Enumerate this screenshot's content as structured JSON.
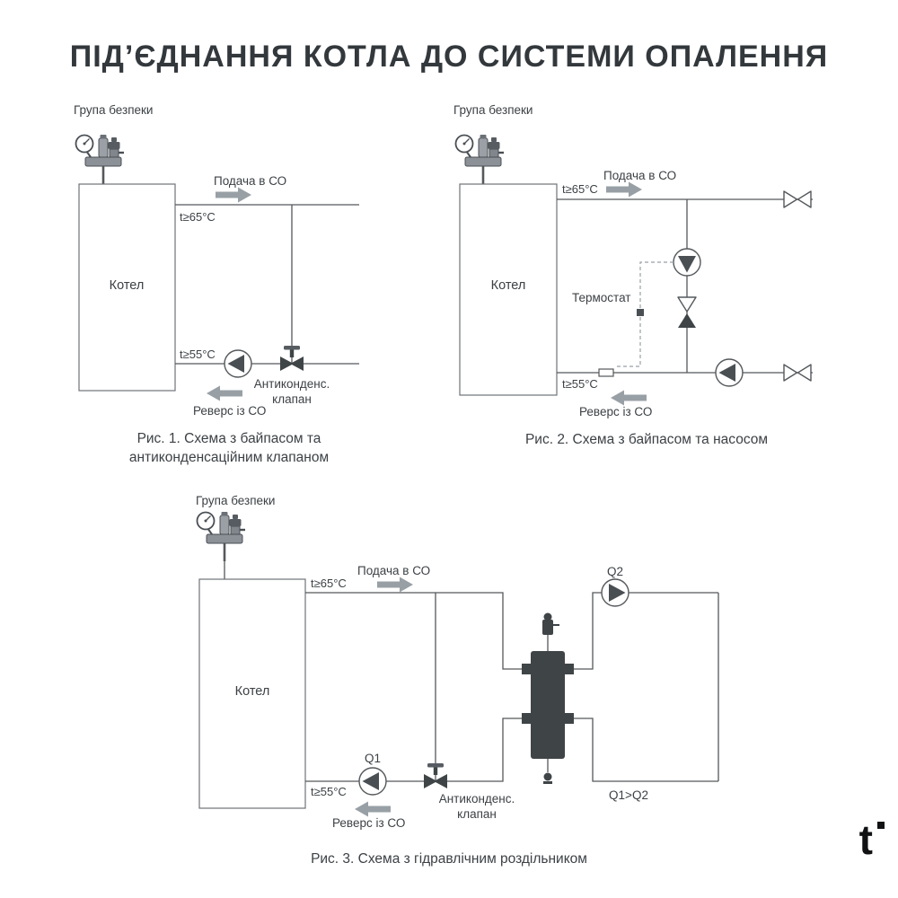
{
  "title": "ПІД’ЄДНАННЯ КОТЛА ДО СИСТЕМИ ОПАЛЕННЯ",
  "logo": {
    "text": "t"
  },
  "colors": {
    "background": "#ffffff",
    "line": "#54585b",
    "text": "#3c4145",
    "dark_fill": "#3f4447",
    "arrow_gray": "#98a0a6"
  },
  "fig1": {
    "safety_group_label": "Група безпеки",
    "boiler_label": "Котел",
    "supply_label": "Подача в СО",
    "supply_temp": "t≥65°C",
    "return_temp": "t≥55°C",
    "return_label": "Реверс із СО",
    "valve_label_1": "Антиконденс.",
    "valve_label_2": "клапан",
    "caption_1": "Рис. 1. Схема з байпасом та",
    "caption_2": "антиконденсаційним клапаном"
  },
  "fig2": {
    "safety_group_label": "Група безпеки",
    "boiler_label": "Котел",
    "supply_label": "Подача в СО",
    "supply_temp": "t≥65°C",
    "thermostat_label": "Термостат",
    "return_temp": "t≥55°C",
    "return_label": "Реверс із СО",
    "caption": "Рис. 2. Схема з байпасом та насосом"
  },
  "fig3": {
    "safety_group_label": "Група безпеки",
    "boiler_label": "Котел",
    "supply_label": "Подача в СО",
    "supply_temp": "t≥65°C",
    "return_temp": "t≥55°C",
    "return_label": "Реверс із СО",
    "pump_q1": "Q1",
    "pump_q2": "Q2",
    "flow_note": "Q1>Q2",
    "valve_label_1": "Антиконденс.",
    "valve_label_2": "клапан",
    "caption": "Рис. 3. Схема з гідравлічним роздільником"
  }
}
